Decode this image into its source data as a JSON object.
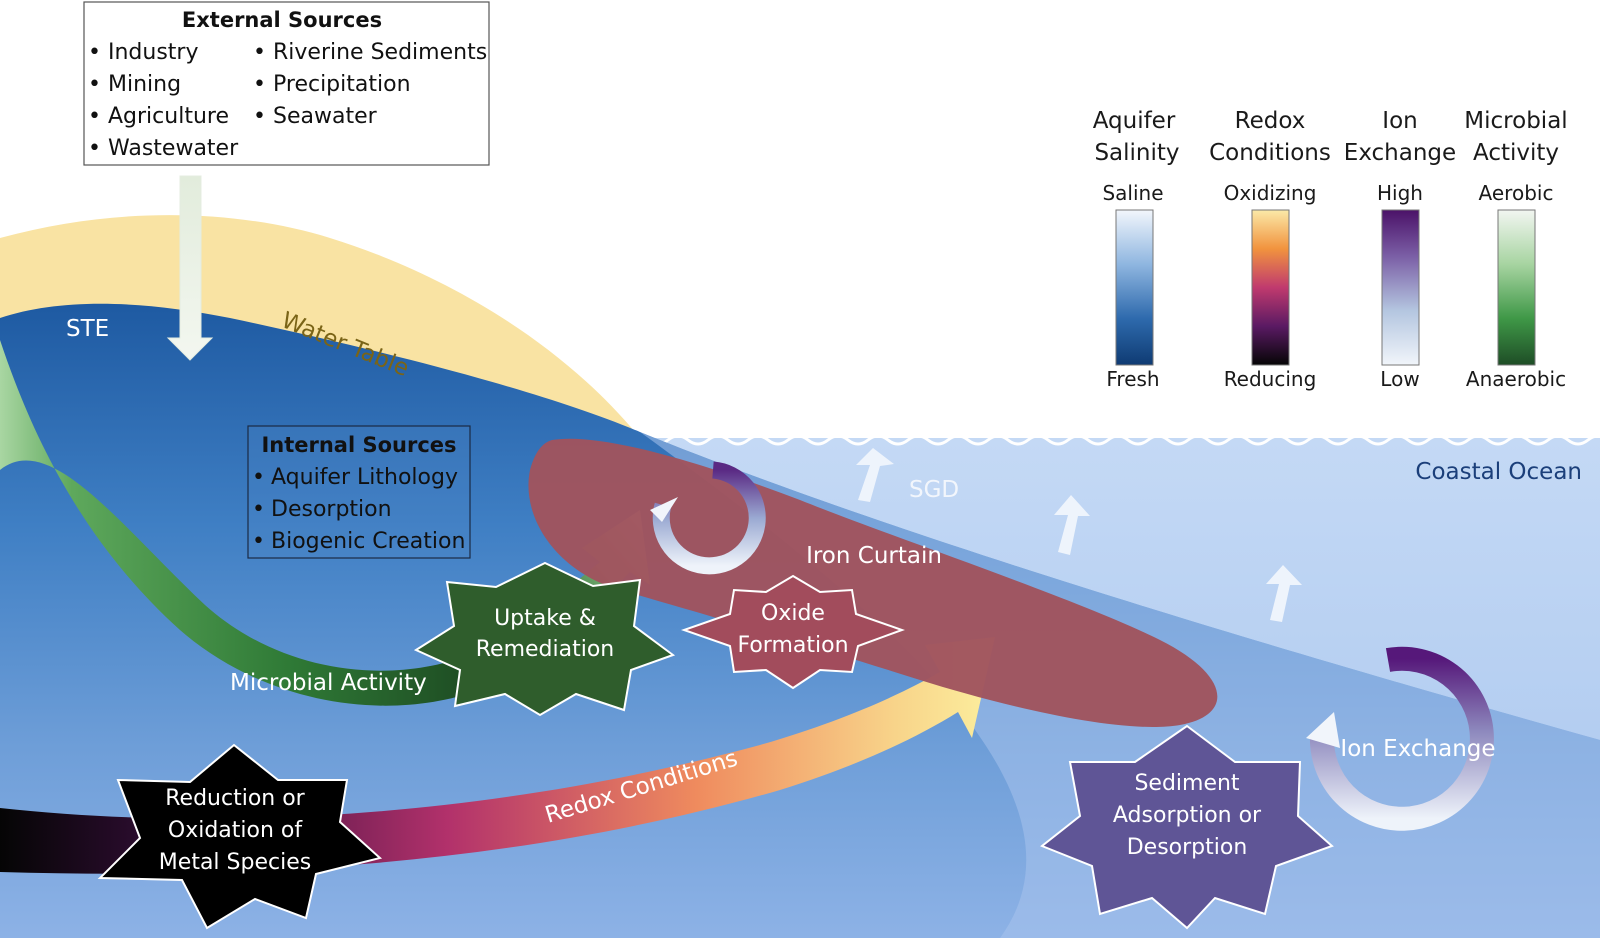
{
  "external_sources": {
    "title": "External Sources",
    "items_left": [
      "Industry",
      "Mining",
      "Agriculture",
      "Wastewater"
    ],
    "items_right": [
      "Riverine Sediments",
      "Precipitation",
      "Seawater"
    ]
  },
  "internal_sources": {
    "title": "Internal Sources",
    "items": [
      "Aquifer Lithology",
      "Desorption",
      "Biogenic Creation"
    ]
  },
  "labels": {
    "ste": "STE",
    "water_table": "Water Table",
    "coastal_ocean": "Coastal Ocean",
    "sgd": "SGD",
    "iron_curtain": "Iron Curtain",
    "microbial_activity": "Microbial Activity",
    "redox_conditions": "Redox Conditions",
    "ion_exchange": "Ion Exchange"
  },
  "processes": {
    "uptake": [
      "Uptake &",
      "Remediation"
    ],
    "oxide": [
      "Oxide",
      "Formation"
    ],
    "reduction": [
      "Reduction or",
      "Oxidation of",
      "Metal Species"
    ],
    "sediment": [
      "Sediment",
      "Adsorption or",
      "Desorption"
    ]
  },
  "legend": [
    {
      "title": [
        "Aquifer",
        "Salinity"
      ],
      "top": "Saline",
      "bottom": "Fresh",
      "colors": [
        "#f2f6fc",
        "#8fb6e0",
        "#2e6aad",
        "#0f3b73"
      ]
    },
    {
      "title": [
        "Redox",
        "Conditions"
      ],
      "top": "Oxidizing",
      "bottom": "Reducing",
      "colors": [
        "#fbe9a8",
        "#f1933e",
        "#c03a6e",
        "#5a1a63",
        "#050505"
      ]
    },
    {
      "title": [
        "Ion",
        "Exchange"
      ],
      "top": "High",
      "bottom": "Low",
      "colors": [
        "#4b1268",
        "#7b5fa6",
        "#b4c6e0",
        "#f1f5fa"
      ]
    },
    {
      "title": [
        "Microbial",
        "Activity"
      ],
      "top": "Aerobic",
      "bottom": "Anaerobic",
      "colors": [
        "#f2f6f1",
        "#a7d4a1",
        "#3f9847",
        "#1e4d26"
      ]
    }
  ],
  "colors": {
    "water_table": "#f9e3a3",
    "aquifer_blue": "#2a66ad",
    "ocean": "#c6dbf6",
    "iron_curtain": "#a0545e",
    "uptake_star": "#2f5d2c",
    "oxide_star": "#a24c5c",
    "sediment_star": "#5f5596",
    "reduction_star": "#000000"
  }
}
